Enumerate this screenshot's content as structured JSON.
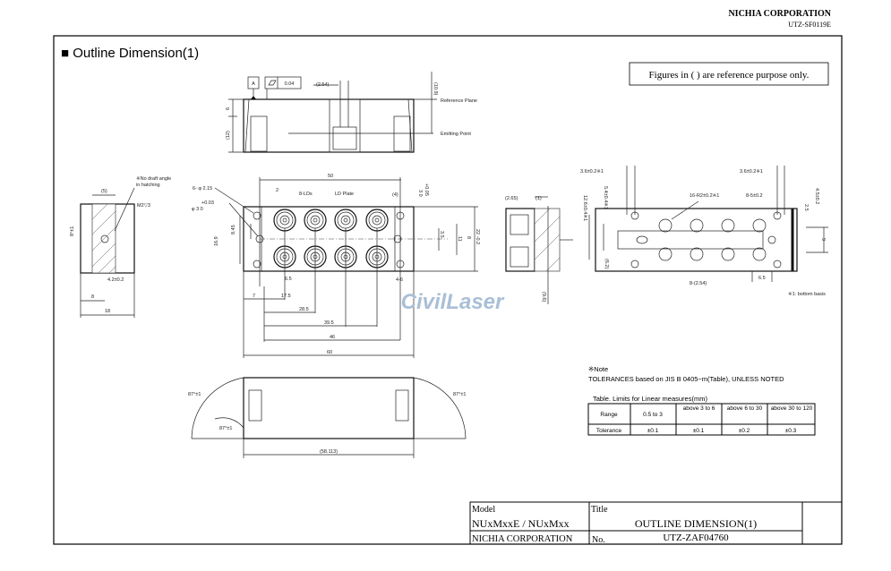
{
  "header": {
    "company": "NICHIA CORPORATION",
    "doc_code": "UTZ-SF0119E"
  },
  "section_title": "■ Outline Dimension(1)",
  "reference_note": "Figures in ( ) are reference purpose only.",
  "top_view": {
    "datum": "A",
    "flatness": "0.04",
    "pitch": "(2.54)",
    "height_ref": "(10.9)",
    "dim_6": "6",
    "dim_12": "(12)",
    "reference_plane": "Reference Plane",
    "emitting_point": "Emitting Point"
  },
  "front_view": {
    "w50": "50",
    "d2": "2",
    "holes": "6- φ 2.15",
    "tol": "+0.03",
    "phi3": "φ 3  0",
    "lds": "8-LDs",
    "plate": "LD Plate",
    "d4": "(4)",
    "tol2": "+0.05",
    "d3": "3  0",
    "d845": "8.45",
    "d169": "16.9",
    "d35": "3.5",
    "d11": "11",
    "d8": "8",
    "d22": "22 -0.2",
    "d65": "6.5",
    "d46b": "4-6",
    "d7": "7",
    "d175": "17.5",
    "d285": "28.5",
    "d395": "39.5",
    "d46": "46",
    "d60": "60"
  },
  "side_view": {
    "note1": "※No draft angle",
    "note2": "in hatching",
    "d5": "(5)",
    "screw": "M2▽3",
    "angle": "8°±1",
    "d42": "4.2±0.2",
    "d8": "8",
    "d18": "18"
  },
  "right_view": {
    "d265": "(2.65)",
    "d1": "(1)",
    "d96": "(9.6)"
  },
  "bottom_view": {
    "d36a": "3.6±0.2※1",
    "d36b": "3.6±0.2※1",
    "r2": "16-R2±0.2※1",
    "d5": "8-5±0.2",
    "d126": "12.6±0.4※1",
    "d54": "5.4±0.4※1",
    "d45": "4.5±0.2",
    "d25": "2.5",
    "d9": "9",
    "d62": "(6.2)",
    "pitch": "8-(2.54)",
    "d65": "6.5",
    "basis": "※1: bottom basis"
  },
  "lower_view": {
    "a1": "87°±1",
    "a2": "87°±1",
    "a3": "87°±1",
    "len": "(58.113)"
  },
  "watermark": "CivilLaser",
  "note": {
    "title": "※Note",
    "text": "TOLERANCES based on JIS B 0405−m(Table), UNLESS NOTED",
    "table_caption": "Table. Limits for Linear measures(mm)",
    "headers": [
      "Range",
      "0.5 to 3",
      "above 3 to 6",
      "above 6 to 30",
      "above 30 to 120"
    ],
    "row": [
      "Tolerance",
      "±0.1",
      "±0.1",
      "±0.2",
      "±0.3"
    ]
  },
  "title_block": {
    "model_label": "Model",
    "model": "NUxMxxE / NUxMxx",
    "title_label": "Title",
    "title": "OUTLINE DIMENSION(1)",
    "company": "NICHIA CORPORATION",
    "no_label": "No.",
    "no": "UTZ-ZAF04760"
  }
}
